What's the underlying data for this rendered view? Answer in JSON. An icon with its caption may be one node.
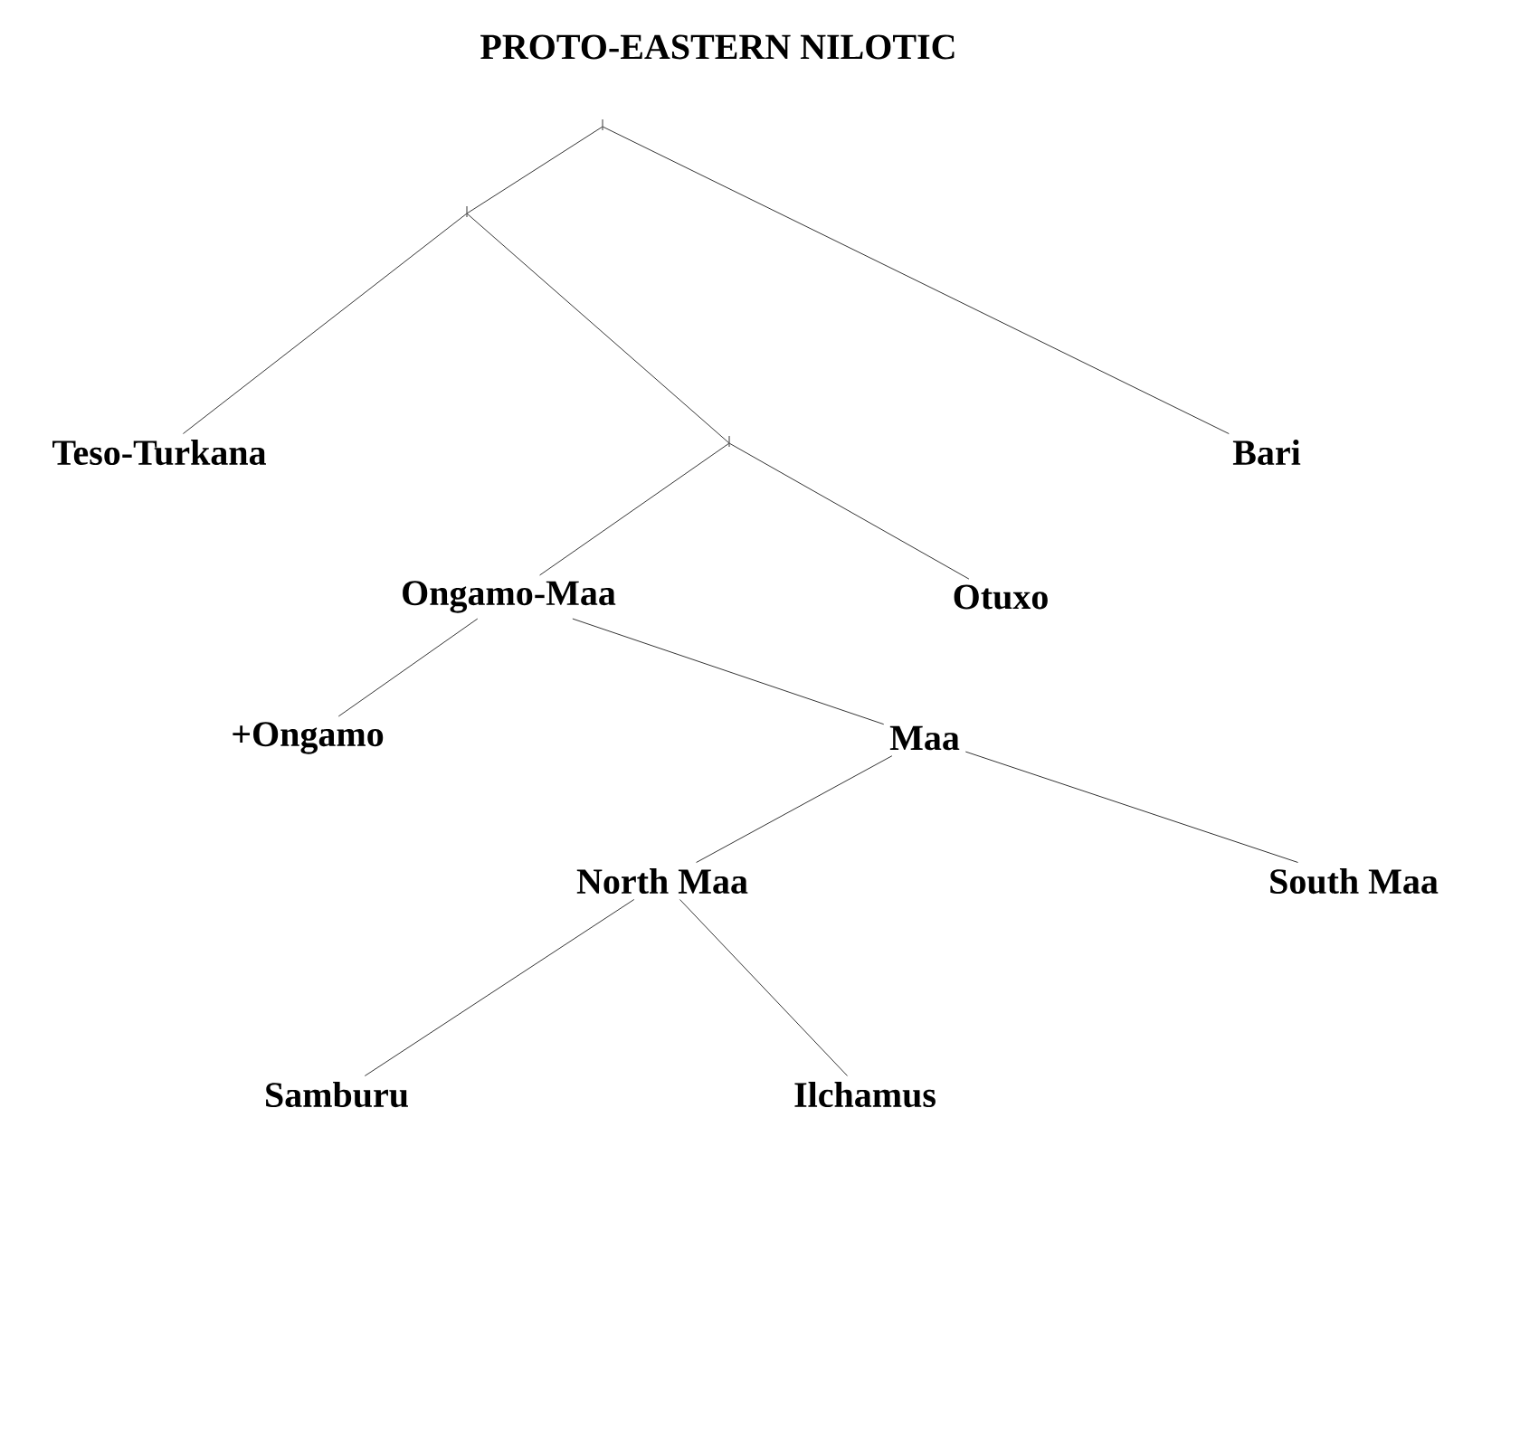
{
  "diagram": {
    "title": "PROTO-EASTERN NILOTIC",
    "nodes": [
      {
        "text": [],
        "shape": "tick"
      },
      {
        "text": [],
        "shape": "tick"
      },
      {
        "text": [
          "Teso-Turkana"
        ]
      },
      {
        "text": [],
        "shape": "tick"
      },
      {
        "text": [
          "Bari"
        ]
      },
      {
        "text": [
          "Ongamo-Maa"
        ]
      },
      {
        "text": [
          "Otuxo"
        ]
      },
      {
        "text": [
          "+Ongamo"
        ]
      },
      {
        "text": [
          "Maa"
        ]
      },
      {
        "text": [
          "North Maa"
        ]
      },
      {
        "text": [
          "South Maa"
        ]
      },
      {
        "text": [
          "Samburu"
        ]
      },
      {
        "text": [
          "Ilchamus"
        ]
      }
    ],
    "edges": [
      {
        "from": 0,
        "to": 1,
        "arrow": "none"
      },
      {
        "from": 0,
        "to": 4,
        "arrow": "none"
      },
      {
        "from": 1,
        "to": 2,
        "arrow": "none"
      },
      {
        "from": 1,
        "to": 3,
        "arrow": "none"
      },
      {
        "from": 3,
        "to": 5,
        "arrow": "none"
      },
      {
        "from": 3,
        "to": 6,
        "arrow": "none"
      },
      {
        "from": 5,
        "to": 7,
        "arrow": "none"
      },
      {
        "from": 5,
        "to": 8,
        "arrow": "none"
      },
      {
        "from": 8,
        "to": 9,
        "arrow": "none"
      },
      {
        "from": 8,
        "to": 10,
        "arrow": "none"
      },
      {
        "from": 9,
        "to": 11,
        "arrow": "none"
      },
      {
        "from": 9,
        "to": 12,
        "arrow": "none"
      }
    ]
  }
}
